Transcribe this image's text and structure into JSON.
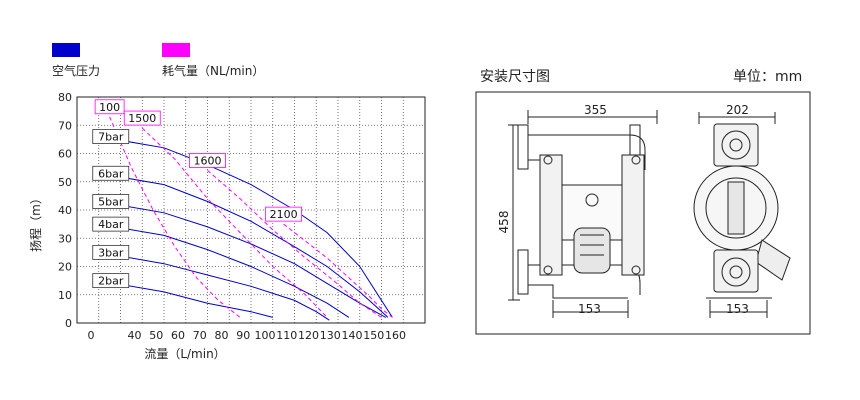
{
  "legend": {
    "pressure": {
      "label": "空气压力",
      "color": "#0000cc"
    },
    "consumption": {
      "label": "耗气量（NL/min）",
      "color": "#ff00ff"
    }
  },
  "chart_data": {
    "type": "line",
    "xlabel": "流量（L/min）",
    "ylabel": "扬程（m）",
    "xlim": [
      0,
      160
    ],
    "ylim": [
      0,
      80
    ],
    "xticks": [
      0,
      10,
      20,
      30,
      40,
      50,
      60,
      70,
      80,
      90,
      100,
      110,
      120,
      130,
      140,
      150,
      160
    ],
    "yticks": [
      0,
      10,
      20,
      30,
      40,
      50,
      60,
      70,
      80
    ],
    "tick_labels_x": [
      "0",
      "40",
      "50",
      "60",
      "70",
      "80",
      "90",
      "100",
      "110",
      "120",
      "130",
      "140",
      "150",
      "160"
    ],
    "tick_labels_x_positions": [
      0,
      20,
      30,
      40,
      50,
      60,
      70,
      80,
      90,
      100,
      110,
      120,
      130,
      140
    ],
    "grid": true,
    "pressure_series": [
      {
        "name": "7bar",
        "x": [
          10,
          40,
          60,
          80,
          100,
          115,
          130,
          145
        ],
        "y": [
          66,
          62,
          56,
          49,
          40,
          32,
          20,
          2
        ]
      },
      {
        "name": "6bar",
        "x": [
          10,
          40,
          60,
          80,
          100,
          115,
          130,
          143
        ],
        "y": [
          53,
          49,
          43,
          36,
          27,
          20,
          11,
          2
        ]
      },
      {
        "name": "5bar",
        "x": [
          10,
          40,
          60,
          80,
          100,
          115,
          130,
          142
        ],
        "y": [
          43,
          39,
          34,
          28,
          21,
          14,
          7,
          2
        ]
      },
      {
        "name": "4bar",
        "x": [
          10,
          40,
          60,
          80,
          100,
          115,
          125
        ],
        "y": [
          35,
          31,
          26,
          20,
          13,
          7,
          2
        ]
      },
      {
        "name": "3bar",
        "x": [
          10,
          40,
          60,
          80,
          100,
          110,
          116
        ],
        "y": [
          25,
          21,
          17,
          13,
          8,
          4,
          1
        ]
      },
      {
        "name": "2bar",
        "x": [
          10,
          40,
          60,
          80,
          90
        ],
        "y": [
          15,
          11,
          7,
          4,
          2
        ]
      }
    ],
    "consumption_series": [
      {
        "name": "100",
        "x": [
          15,
          25,
          35,
          45,
          55,
          65,
          75
        ],
        "y": [
          73,
          55,
          40,
          27,
          16,
          8,
          2
        ]
      },
      {
        "name": "1500",
        "x": [
          30,
          45,
          60,
          75,
          90,
          105,
          115
        ],
        "y": [
          69,
          58,
          44,
          32,
          20,
          10,
          2
        ]
      },
      {
        "name": "1600",
        "x": [
          60,
          75,
          90,
          105,
          118,
          130,
          140
        ],
        "y": [
          54,
          44,
          33,
          23,
          15,
          7,
          2
        ]
      },
      {
        "name": "2100",
        "x": [
          95,
          105,
          115,
          125,
          135,
          140,
          145
        ],
        "y": [
          35,
          29,
          23,
          16,
          9,
          5,
          2
        ]
      }
    ]
  },
  "dimensions": {
    "title": "安装尺寸图",
    "unit": "单位：mm",
    "front_width": "355",
    "front_height": "458",
    "front_base": "153",
    "side_width": "202",
    "side_base": "153"
  }
}
